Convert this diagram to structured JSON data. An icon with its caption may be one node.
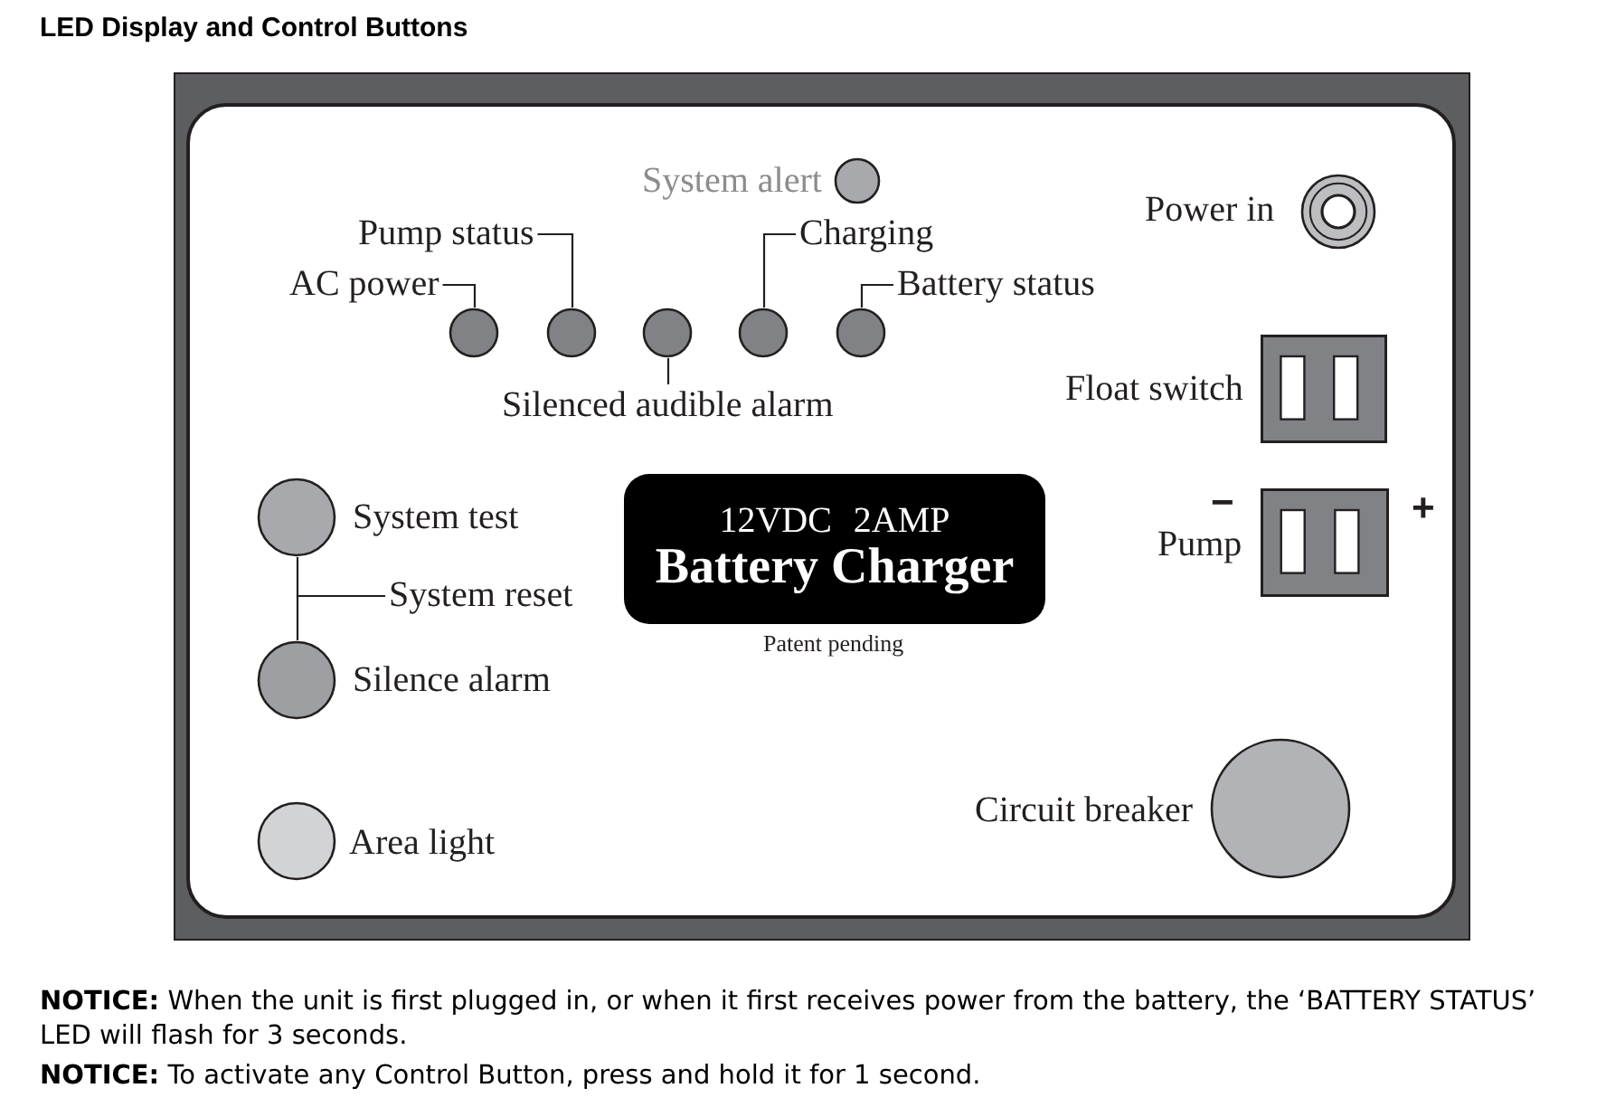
{
  "diagram": {
    "title": "LED Display and Control Buttons",
    "nodes": [
      {
        "text": [],
        "shape": "box"
      },
      {
        "text": [],
        "shape": "circle",
        "beside": [
          "System alert"
        ],
        "in": 0
      },
      {
        "text": [],
        "shape": "circle",
        "beside": [
          "Power in"
        ],
        "in": 0
      },
      {
        "text": [
          "Pump status"
        ],
        "in": 0
      },
      {
        "text": [
          "Charging"
        ],
        "in": 0
      },
      {
        "text": [
          "AC power"
        ],
        "in": 0
      },
      {
        "text": [
          "Battery status"
        ],
        "in": 0
      },
      {
        "text": [],
        "shape": "circle",
        "in": 0
      },
      {
        "text": [],
        "shape": "circle",
        "in": 0
      },
      {
        "text": [],
        "shape": "circle",
        "in": 0
      },
      {
        "text": [],
        "shape": "circle",
        "in": 0
      },
      {
        "text": [],
        "shape": "circle",
        "in": 0
      },
      {
        "text": [
          "Silenced audible alarm"
        ],
        "in": 0
      },
      {
        "text": [],
        "shape": "box",
        "beside": [
          "Float switch"
        ],
        "in": 0
      },
      {
        "text": [],
        "shape": "circle",
        "beside": [
          "System test"
        ],
        "in": 0
      },
      {
        "text": [
          "12VDC 2AMP",
          "Battery Charger"
        ],
        "beside": [
          "Patent pending"
        ],
        "in": 0
      },
      {
        "text": [],
        "shape": "box",
        "beside": [
          "−",
          "Pump",
          "+"
        ],
        "in": 0
      },
      {
        "text": [
          "System reset"
        ],
        "in": 0
      },
      {
        "text": [],
        "shape": "circle",
        "beside": [
          "Silence alarm"
        ],
        "in": 0
      },
      {
        "text": [],
        "shape": "circle",
        "beside": [
          "Circuit breaker"
        ],
        "in": 0
      },
      {
        "text": [],
        "shape": "circle",
        "beside": [
          "Area light"
        ],
        "in": 0
      }
    ],
    "edges": [
      {
        "from": 5,
        "to": 7,
        "arrow": "none"
      },
      {
        "from": 3,
        "to": 8,
        "arrow": "none"
      },
      {
        "from": 12,
        "to": 9,
        "arrow": "none"
      },
      {
        "from": 4,
        "to": 10,
        "arrow": "none"
      },
      {
        "from": 6,
        "to": 11,
        "arrow": "none"
      },
      {
        "from": 17,
        "to": 14,
        "arrow": "none"
      },
      {
        "from": 17,
        "to": 18,
        "arrow": "none"
      }
    ],
    "labels": [
      "**NOTICE:** When the unit is first plugged in, or when it first receives power from the battery, the ‘BATTERY STATUS’ LED will flash for 3 seconds.",
      "**NOTICE:** To activate any Control Button, press and hold it for 1 second."
    ]
  }
}
